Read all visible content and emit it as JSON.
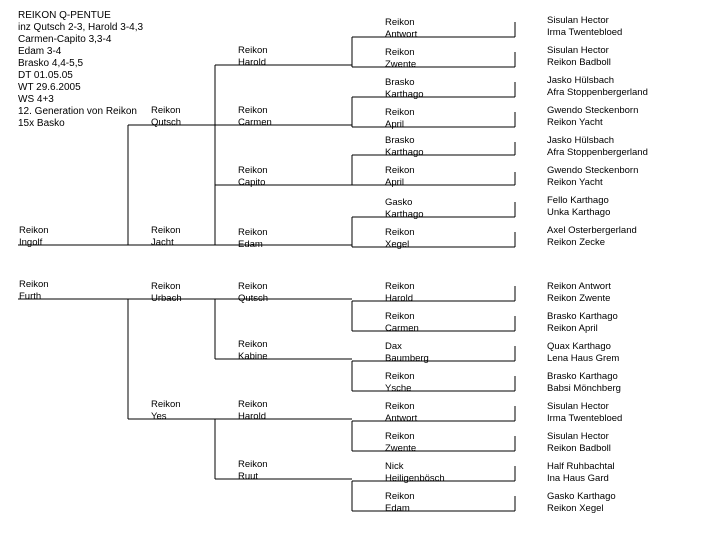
{
  "info": {
    "lines": [
      "REIKON Q-PENTUE",
      "inz Qutsch 2-3, Harold 3-4,3",
      "Carmen-Capito 3,3-4",
      "Edam 3-4",
      "Brasko 4,4-5,5",
      "DT 01.05.05",
      "WT 29.6.2005",
      "WS 4+3",
      "12. Generation von Reikon",
      "15x Basko"
    ]
  },
  "parents": [
    {
      "l1": "Reikon",
      "l2": "Ingolf"
    },
    {
      "l1": "Reikon",
      "l2": "Furth"
    }
  ],
  "grandparents": [
    {
      "l1": "Reikon",
      "l2": "Qutsch"
    },
    {
      "l1": "Reikon",
      "l2": "Jacht"
    },
    {
      "l1": "Reikon",
      "l2": "Urbach"
    },
    {
      "l1": "Reikon",
      "l2": "Yes"
    }
  ],
  "great_grandparents": [
    {
      "l1": "Reikon",
      "l2": "Harold"
    },
    {
      "l1": "Reikon",
      "l2": "Carmen"
    },
    {
      "l1": "Reikon",
      "l2": "Capito"
    },
    {
      "l1": "Reikon",
      "l2": "Edam"
    },
    {
      "l1": "Reikon",
      "l2": "Qutsch"
    },
    {
      "l1": "Reikon",
      "l2": "Kabine"
    },
    {
      "l1": "Reikon",
      "l2": "Harold"
    },
    {
      "l1": "Reikon",
      "l2": "Ruut"
    }
  ],
  "gen4": [
    {
      "l1": "Reikon",
      "l2": "Antwort"
    },
    {
      "l1": "Reikon",
      "l2": "Zwente"
    },
    {
      "l1": "Brasko",
      "l2": "Karthago"
    },
    {
      "l1": "Reikon",
      "l2": "April"
    },
    {
      "l1": "Brasko",
      "l2": "Karthago"
    },
    {
      "l1": "Reikon",
      "l2": "April"
    },
    {
      "l1": "Gasko",
      "l2": "Karthago"
    },
    {
      "l1": "Reikon",
      "l2": "Xegel"
    },
    {
      "l1": "Reikon",
      "l2": "Harold"
    },
    {
      "l1": "Reikon",
      "l2": "Carmen"
    },
    {
      "l1": "Dax",
      "l2": "Baumberg"
    },
    {
      "l1": "Reikon",
      "l2": "Ysche"
    },
    {
      "l1": "Reikon",
      "l2": "Antwort"
    },
    {
      "l1": "Reikon",
      "l2": "Zwente"
    },
    {
      "l1": "Nick",
      "l2": "Heiligenbösch"
    },
    {
      "l1": "Reikon",
      "l2": "Edam"
    }
  ],
  "gen5": [
    {
      "l1": "Sisulan Hector",
      "l2": "Irma Twentebloed"
    },
    {
      "l1": "Sisulan Hector",
      "l2": "Reikon Badboll"
    },
    {
      "l1": "Jasko Hülsbach",
      "l2": "Afra Stoppenbergerland"
    },
    {
      "l1": "Gwendo Steckenborn",
      "l2": "Reikon Yacht"
    },
    {
      "l1": "Jasko Hülsbach",
      "l2": "Afra Stoppenbergerland"
    },
    {
      "l1": "Gwendo Steckenborn",
      "l2": "Reikon Yacht"
    },
    {
      "l1": "Fello Karthago",
      "l2": "Unka Karthago"
    },
    {
      "l1": "Axel Osterbergerland",
      "l2": "Reikon Zecke"
    },
    {
      "l1": "Reikon Antwort",
      "l2": "Reikon Zwente"
    },
    {
      "l1": "Brasko Karthago",
      "l2": "Reikon April"
    },
    {
      "l1": "Quax Karthago",
      "l2": "Lena Haus Grem"
    },
    {
      "l1": "Brasko Karthago",
      "l2": "Babsi Mönchberg"
    },
    {
      "l1": "Sisulan Hector",
      "l2": "Irma Twentebloed"
    },
    {
      "l1": "Sisulan Hector",
      "l2": "Reikon Badboll"
    },
    {
      "l1": "Half Ruhbachtal",
      "l2": "Ina Haus Gard"
    },
    {
      "l1": "Gasko Karthago",
      "l2": "Reikon Xegel"
    }
  ]
}
